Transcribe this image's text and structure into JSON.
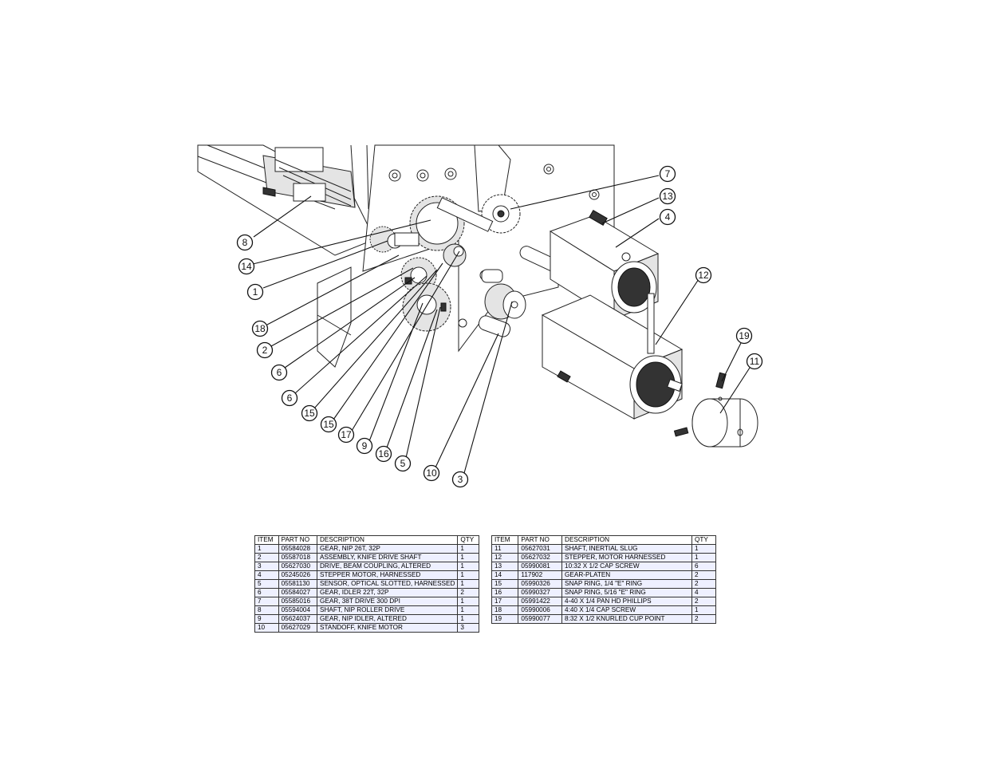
{
  "balloons": [
    "7",
    "13",
    "4",
    "12",
    "19",
    "11",
    "8",
    "14",
    "1",
    "18",
    "2",
    "6",
    "6",
    "15",
    "15",
    "17",
    "9",
    "16",
    "5",
    "10",
    "3"
  ],
  "bom_headers": {
    "item": "ITEM",
    "part_no": "PART NO",
    "description": "DESCRIPTION",
    "qty": "QTY"
  },
  "bom_left": [
    {
      "item": "1",
      "part_no": "05584028",
      "description": "GEAR, NIP 26T, 32P",
      "qty": "1"
    },
    {
      "item": "2",
      "part_no": "05587018",
      "description": "ASSEMBLY, KNIFE DRIVE SHAFT",
      "qty": "1"
    },
    {
      "item": "3",
      "part_no": "05627030",
      "description": "DRIVE, BEAM COUPLING, ALTERED",
      "qty": "1"
    },
    {
      "item": "4",
      "part_no": "05245026",
      "description": "STEPPER MOTOR, HARNESSED",
      "qty": "1"
    },
    {
      "item": "5",
      "part_no": "05581130",
      "description": "SENSOR, OPTICAL SLOTTED, HARNESSED",
      "qty": "1"
    },
    {
      "item": "6",
      "part_no": "05584027",
      "description": "GEAR, IDLER 22T, 32P",
      "qty": "2"
    },
    {
      "item": "7",
      "part_no": "05585016",
      "description": "GEAR, 38T DRIVE 300 DPI",
      "qty": "1"
    },
    {
      "item": "8",
      "part_no": "05594004",
      "description": "SHAFT, NIP ROLLER DRIVE",
      "qty": "1"
    },
    {
      "item": "9",
      "part_no": "05624037",
      "description": "GEAR, NIP IDLER, ALTERED",
      "qty": "1"
    },
    {
      "item": "10",
      "part_no": "05627029",
      "description": "STANDOFF, KNIFE MOTOR",
      "qty": "3"
    }
  ],
  "bom_right": [
    {
      "item": "11",
      "part_no": "05627031",
      "description": "SHAFT, INERTIAL SLUG",
      "qty": "1"
    },
    {
      "item": "12",
      "part_no": "05627032",
      "description": "STEPPER, MOTOR HARNESSED",
      "qty": "1"
    },
    {
      "item": "13",
      "part_no": "05990081",
      "description": "10:32 X 1/2 CAP SCREW",
      "qty": "6"
    },
    {
      "item": "14",
      "part_no": "117902",
      "description": "GEAR-PLATEN",
      "qty": "2"
    },
    {
      "item": "15",
      "part_no": "05990326",
      "description": "SNAP RING, 1/4 \"E\" RING",
      "qty": "2"
    },
    {
      "item": "16",
      "part_no": "05990327",
      "description": "SNAP RING, 5/16 \"E\" RING",
      "qty": "4"
    },
    {
      "item": "17",
      "part_no": "05991422",
      "description": "4-40 X 1/4 PAN HD PHILLIPS",
      "qty": "2"
    },
    {
      "item": "18",
      "part_no": "05990006",
      "description": "4:40 X 1/4 CAP SCREW",
      "qty": "1"
    },
    {
      "item": "19",
      "part_no": "05990077",
      "description": "8:32 X 1/2 KNURLED CUP POINT",
      "qty": "2"
    }
  ]
}
